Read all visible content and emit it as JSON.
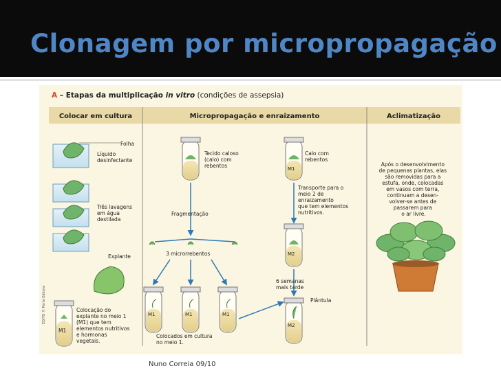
{
  "slide": {
    "title": "Clonagem por micropropagação",
    "footer": "Nuno Correia 09/10"
  },
  "diagram": {
    "header_letter": "A",
    "header_prefix": " – Etapas da multiplicação ",
    "header_italic": "in vitro",
    "header_suffix": " (condições de assepsia)",
    "col1": "Colocar em cultura",
    "col2": "Micropropagação e enraizamento",
    "col3": "Aclimatização",
    "folha": "Folha",
    "liquido": [
      "Líquido",
      "desinfectante"
    ],
    "lavagens": [
      "Três lavagens",
      "em água",
      "destilada"
    ],
    "explante": "Explante",
    "colocacao": [
      "Colocação do",
      "explante no meio 1",
      "(M1) que tem",
      "elementos nutritivos",
      "e hormonas",
      "vegetais."
    ],
    "tecido": [
      "Tecido caloso",
      "(calo) com",
      "rebentos"
    ],
    "calo": [
      "Calo com",
      "rebentos"
    ],
    "transporte": [
      "Transporte para o",
      "meio 2 de",
      "enraizamento",
      "que tem elementos",
      "nutritivos."
    ],
    "fragmentacao": "Fragmentação",
    "microrrebentos": "3 microrrebentos",
    "seis_semanas": [
      "6 semanas",
      "mais tarde"
    ],
    "plantula": "Plântula",
    "colocados": [
      "Colocados em cultura",
      "no meio 1."
    ],
    "aclimatizacao_text": [
      "Após o desenvolvimento",
      "de pequenas plantas, elas",
      "são removidas para a",
      "estufa, onde, colocadas",
      "em vasos com terra,",
      "continuam a desen-",
      "volver-se antes de",
      "passarem para",
      "o ar livre."
    ],
    "m1": "M1",
    "m2": "M2",
    "credit": "EDITO © Porto Editora"
  },
  "colors": {
    "title": "#4f86c6",
    "header_band": "#e8d9a6",
    "panel_bg": "#fbf6e2",
    "arrow": "#2f78b5",
    "label_accent": "#d0482c"
  }
}
